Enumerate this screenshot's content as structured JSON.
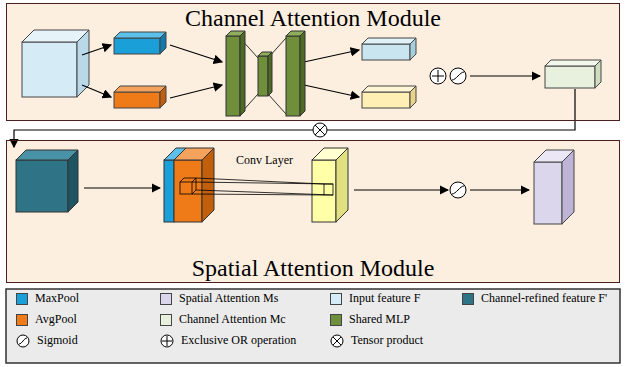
{
  "diagram": {
    "nodes": [
      {
        "text": [
          "Channel Attention Module"
        ]
      },
      {
        "text": [
          "Spatial Attention Module"
        ]
      }
    ],
    "labels": [
      "Conv Layer"
    ],
    "legend": [
      {
        "text": "MaxPool",
        "color": "#1a9fd9"
      },
      {
        "text": "Spatial Attention Ms",
        "color": "#dcd6ec"
      },
      {
        "text": "Input feature F",
        "color": "#d5ebf5"
      },
      {
        "text": "Channel-refined feature F'",
        "color": "#2f7486"
      },
      {
        "text": "AvgPool",
        "color": "#ee7a18"
      },
      {
        "text": "Channel Attention Mc",
        "color": "#e8f1de"
      },
      {
        "text": "Shared MLP",
        "color": "#6f8f3a"
      },
      {
        "text": "Sigmoid"
      },
      {
        "text": "Exclusive OR operation"
      },
      {
        "text": "Tensor product"
      }
    ]
  }
}
